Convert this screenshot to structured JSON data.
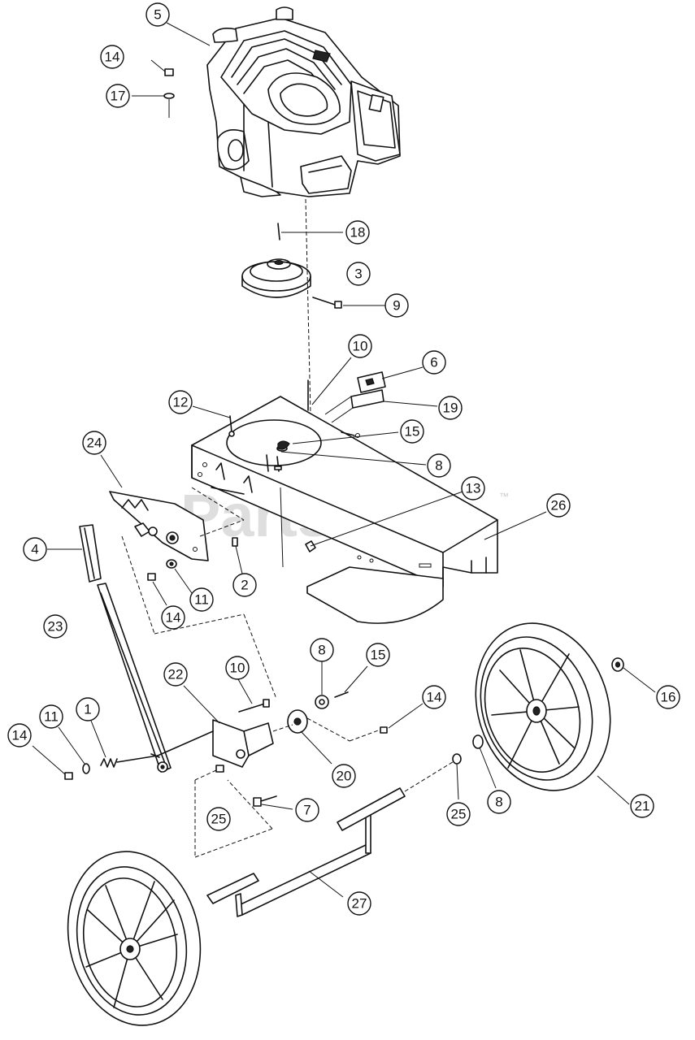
{
  "watermark": {
    "text": "PartsTree",
    "trademark": "™"
  },
  "callouts": [
    {
      "number": "5"
    },
    {
      "number": "14"
    },
    {
      "number": "17"
    },
    {
      "number": "18"
    },
    {
      "number": "3"
    },
    {
      "number": "9"
    },
    {
      "number": "10"
    },
    {
      "number": "6"
    },
    {
      "number": "19"
    },
    {
      "number": "12"
    },
    {
      "number": "15"
    },
    {
      "number": "24"
    },
    {
      "number": "8"
    },
    {
      "number": "13"
    },
    {
      "number": "26"
    },
    {
      "number": "4"
    },
    {
      "number": "2"
    },
    {
      "number": "11"
    },
    {
      "number": "14"
    },
    {
      "number": "23"
    },
    {
      "number": "8"
    },
    {
      "number": "15"
    },
    {
      "number": "10"
    },
    {
      "number": "22"
    },
    {
      "number": "14"
    },
    {
      "number": "16"
    },
    {
      "number": "11"
    },
    {
      "number": "1"
    },
    {
      "number": "14"
    },
    {
      "number": "20"
    },
    {
      "number": "25"
    },
    {
      "number": "7"
    },
    {
      "number": "25"
    },
    {
      "number": "8"
    },
    {
      "number": "21"
    },
    {
      "number": "27"
    }
  ]
}
